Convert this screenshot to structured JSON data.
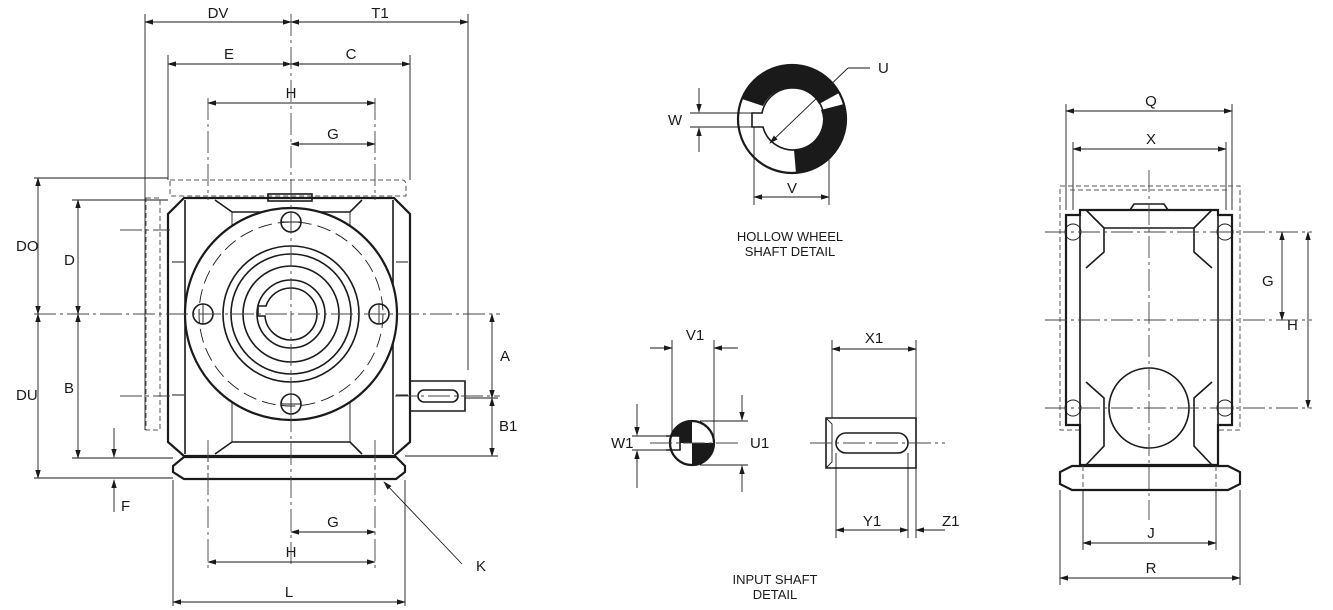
{
  "front_view": {
    "labels": {
      "dv": "DV",
      "t1": "T1",
      "e": "E",
      "c": "C",
      "h_top": "H",
      "g_top": "G",
      "do": "DO",
      "d": "D",
      "du": "DU",
      "b": "B",
      "a": "A",
      "b1": "B1",
      "f": "F",
      "g_bottom": "G",
      "h_bottom": "H",
      "k": "K",
      "l": "L"
    }
  },
  "hollow_shaft_detail": {
    "labels": {
      "u": "U",
      "w": "W",
      "v": "V"
    },
    "caption_line1": "HOLLOW WHEEL",
    "caption_line2": "SHAFT DETAIL"
  },
  "input_shaft_detail": {
    "labels": {
      "v1": "V1",
      "w1": "W1",
      "u1": "U1",
      "x1": "X1",
      "y1": "Y1",
      "z1": "Z1"
    },
    "caption_line1": "INPUT SHAFT",
    "caption_line2": "DETAIL"
  },
  "side_view": {
    "labels": {
      "q": "Q",
      "x": "X",
      "g": "G",
      "h": "H",
      "j": "J",
      "r": "R"
    }
  }
}
